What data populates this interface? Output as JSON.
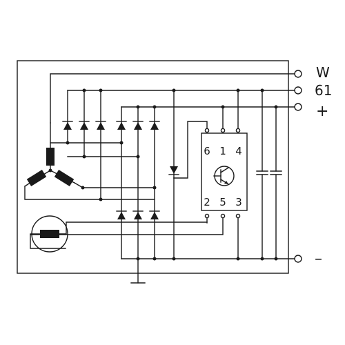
{
  "terminals": {
    "w": "W",
    "d61": "61",
    "plus": "+",
    "minus": "–"
  },
  "regulator_pins": {
    "p6": "6",
    "p1": "1",
    "p4": "4",
    "p2": "2",
    "p5": "5",
    "p3": "3"
  }
}
